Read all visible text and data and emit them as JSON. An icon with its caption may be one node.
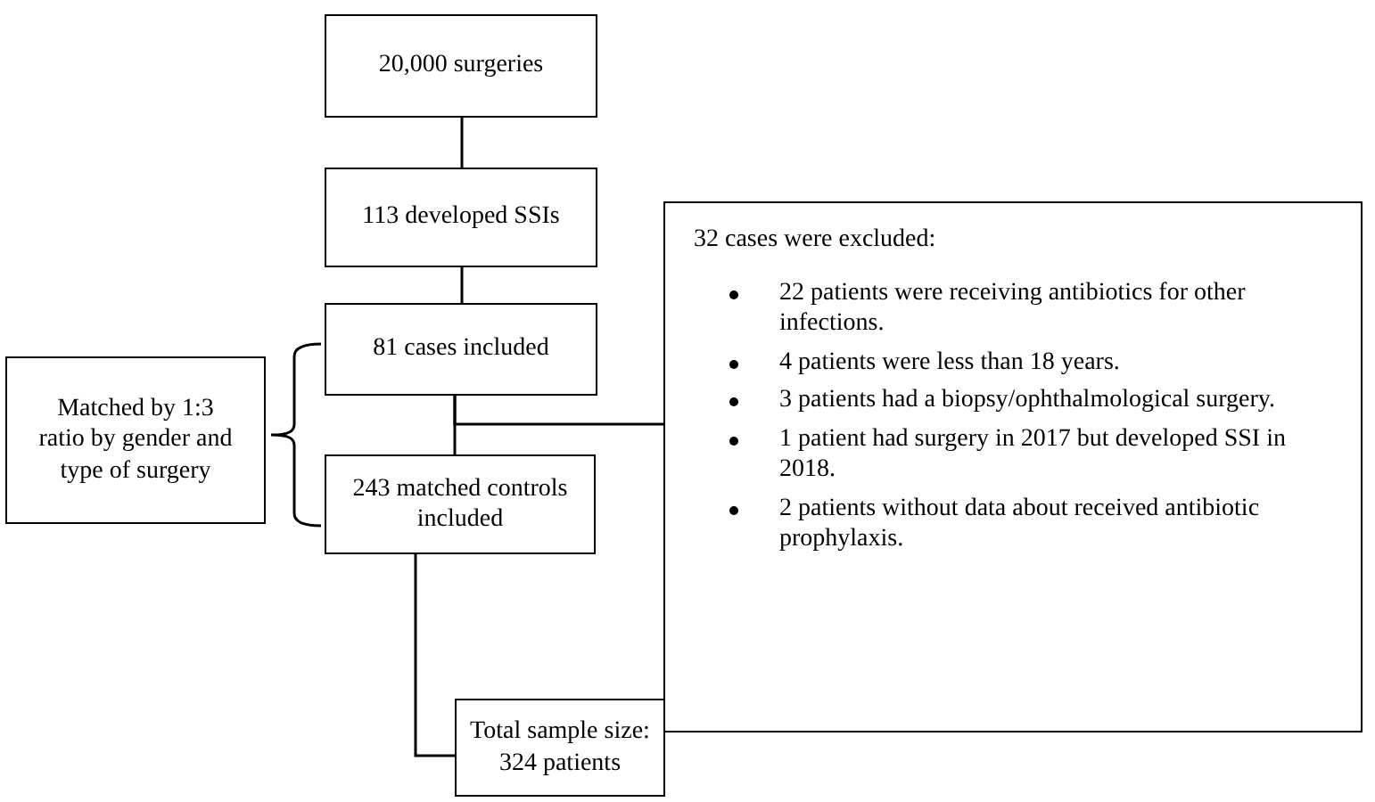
{
  "diagram": {
    "nodes": [
      {
        "text": [
          "20,000 surgeries"
        ]
      },
      {
        "text": [
          "113 developed SSIs"
        ]
      },
      {
        "text": [
          "81 cases included"
        ]
      },
      {
        "text": [
          "243 matched controls included"
        ]
      },
      {
        "text": [
          "32 cases were excluded:",
          "22 patients were receiving antibiotics for other infections.",
          "4 patients were less than 18 years.",
          "3 patients had a biopsy/ophthalmological surgery.",
          "1 patient had surgery in 2017 but developed SSI in 2018.",
          "2 patients without data about received antibiotic prophylaxis."
        ]
      },
      {
        "text": [
          "Matched by 1:3 ratio by gender and type of surgery"
        ]
      },
      {
        "text": [
          "Total sample size: 324 patients"
        ]
      }
    ],
    "edges": [
      {
        "from": 0,
        "to": 1,
        "arrow": "none"
      },
      {
        "from": 1,
        "to": 2,
        "arrow": "none"
      },
      {
        "from": 2,
        "to": 3,
        "arrow": "none"
      },
      {
        "from": 2,
        "to": 4,
        "arrow": "none"
      },
      {
        "from": 3,
        "to": 6,
        "arrow": "none"
      }
    ]
  }
}
